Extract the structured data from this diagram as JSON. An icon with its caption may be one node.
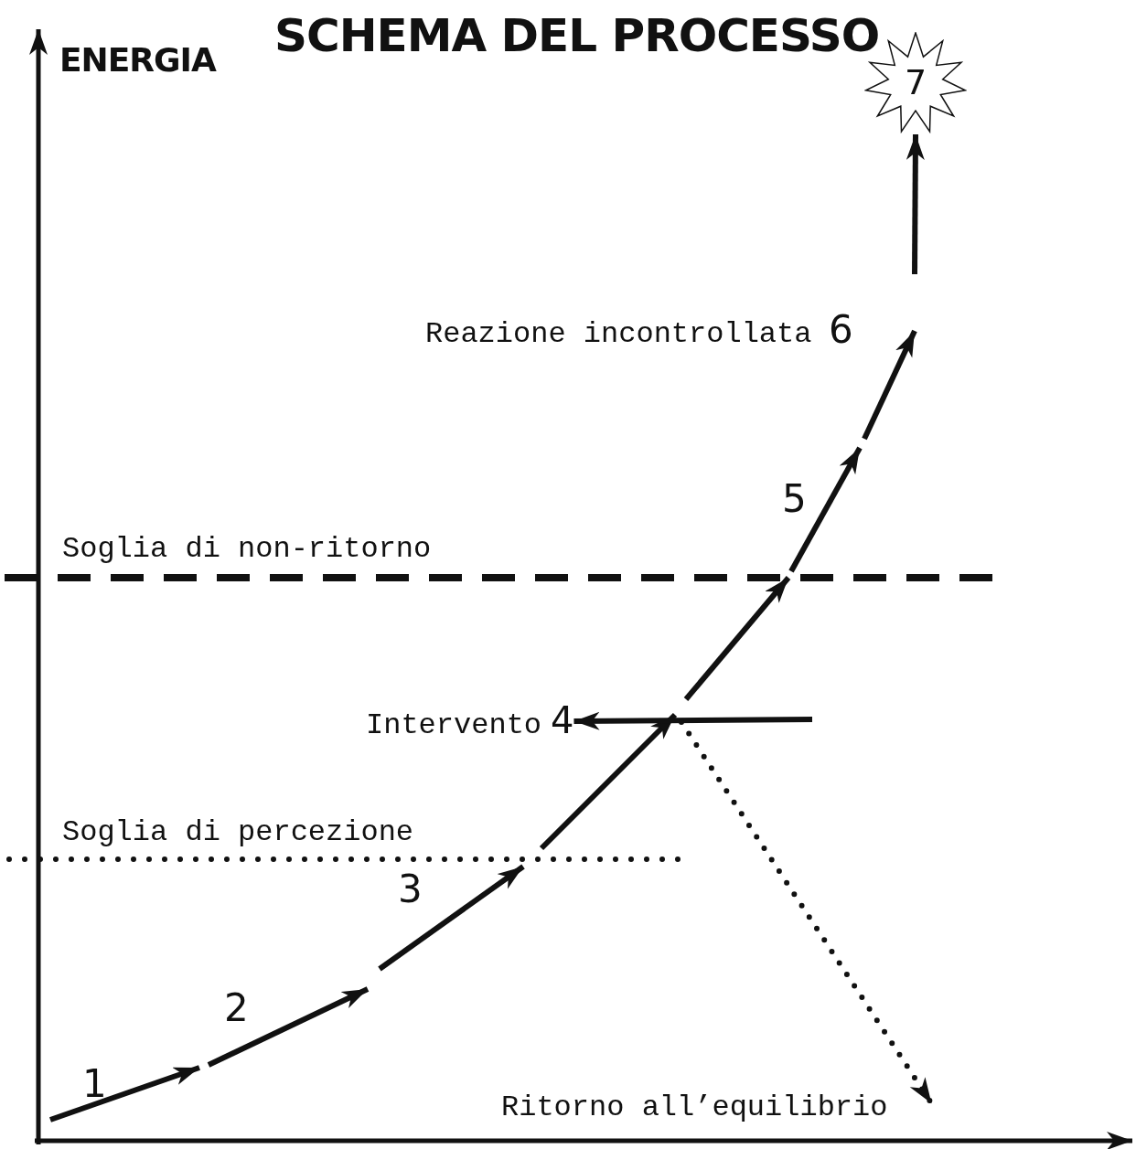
{
  "diagram": {
    "title": "SCHEMA DEL PROCESSO",
    "nodes": [
      {
        "text": [
          "7"
        ]
      },
      {
        "text": [
          "Intervento",
          "4"
        ]
      },
      {
        "text": [
          "Ritorno all’equilibrio"
        ]
      }
    ],
    "edges": [
      {
        "from": null,
        "to": 0,
        "arrow": "to"
      },
      {
        "from": null,
        "to": 1,
        "arrow": "to"
      },
      {
        "from": null,
        "to": 2,
        "arrow": "to",
        "style": "dashed"
      }
    ],
    "labels": [
      "ENERGIA",
      "Reazione incontrollata",
      "6",
      "5",
      "Soglia di non-ritorno",
      "Soglia di percezione",
      "3",
      "2",
      "1"
    ]
  }
}
